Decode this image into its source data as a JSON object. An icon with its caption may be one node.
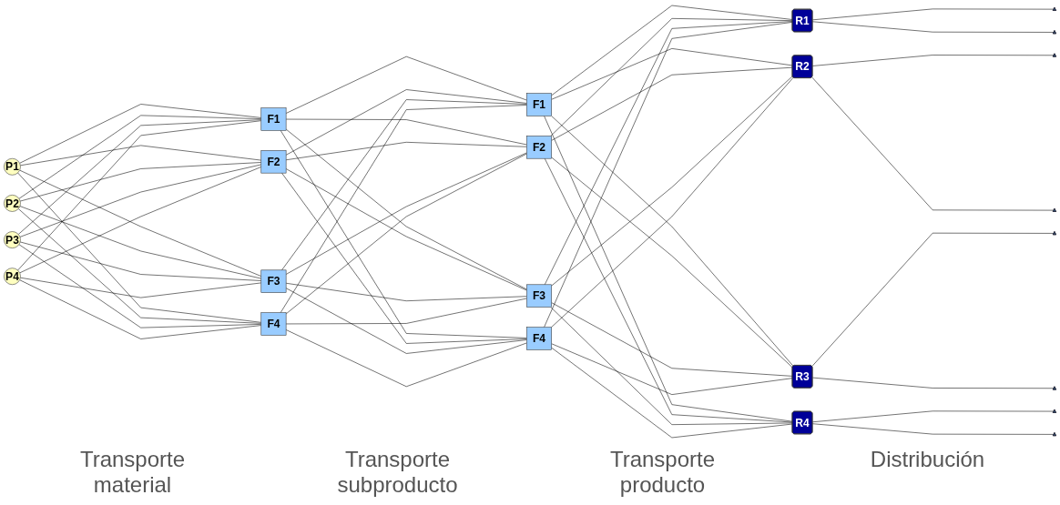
{
  "diagram": {
    "nodes": [
      {
        "text": [
          "P1"
        ]
      },
      {
        "text": [
          "P2"
        ]
      },
      {
        "text": [
          "P3"
        ]
      },
      {
        "text": [
          "P4"
        ]
      },
      {
        "text": [
          "F1"
        ]
      },
      {
        "text": [
          "F2"
        ]
      },
      {
        "text": [
          "F3"
        ]
      },
      {
        "text": [
          "F4"
        ]
      },
      {
        "text": [
          "F1"
        ]
      },
      {
        "text": [
          "F2"
        ]
      },
      {
        "text": [
          "F3"
        ]
      },
      {
        "text": [
          "F4"
        ]
      },
      {
        "text": [
          "R1"
        ]
      },
      {
        "text": [
          "R2"
        ]
      },
      {
        "text": [
          "R3"
        ]
      },
      {
        "text": [
          "R4"
        ]
      },
      {
        "text": [],
        "shape": "triangle"
      },
      {
        "text": [],
        "shape": "triangle"
      },
      {
        "text": [],
        "shape": "triangle"
      },
      {
        "text": [],
        "shape": "triangle"
      },
      {
        "text": [],
        "shape": "triangle"
      },
      {
        "text": [],
        "shape": "triangle"
      },
      {
        "text": [],
        "shape": "triangle"
      },
      {
        "text": [],
        "shape": "triangle"
      }
    ],
    "edges": [
      {
        "from": 0,
        "to": 4,
        "arrow": "none"
      },
      {
        "from": 0,
        "to": 5,
        "arrow": "none"
      },
      {
        "from": 0,
        "to": 6,
        "arrow": "none"
      },
      {
        "from": 0,
        "to": 7,
        "arrow": "none"
      },
      {
        "from": 1,
        "to": 4,
        "arrow": "none"
      },
      {
        "from": 1,
        "to": 5,
        "arrow": "none"
      },
      {
        "from": 1,
        "to": 6,
        "arrow": "none"
      },
      {
        "from": 1,
        "to": 7,
        "arrow": "none"
      },
      {
        "from": 2,
        "to": 4,
        "arrow": "none"
      },
      {
        "from": 2,
        "to": 5,
        "arrow": "none"
      },
      {
        "from": 2,
        "to": 6,
        "arrow": "none"
      },
      {
        "from": 2,
        "to": 7,
        "arrow": "none"
      },
      {
        "from": 3,
        "to": 4,
        "arrow": "none"
      },
      {
        "from": 3,
        "to": 5,
        "arrow": "none"
      },
      {
        "from": 3,
        "to": 6,
        "arrow": "none"
      },
      {
        "from": 3,
        "to": 7,
        "arrow": "none"
      },
      {
        "from": 4,
        "to": 8,
        "arrow": "none"
      },
      {
        "from": 4,
        "to": 9,
        "arrow": "none"
      },
      {
        "from": 4,
        "to": 10,
        "arrow": "none"
      },
      {
        "from": 4,
        "to": 11,
        "arrow": "none"
      },
      {
        "from": 5,
        "to": 8,
        "arrow": "none"
      },
      {
        "from": 5,
        "to": 9,
        "arrow": "none"
      },
      {
        "from": 5,
        "to": 10,
        "arrow": "none"
      },
      {
        "from": 5,
        "to": 11,
        "arrow": "none"
      },
      {
        "from": 6,
        "to": 8,
        "arrow": "none"
      },
      {
        "from": 6,
        "to": 9,
        "arrow": "none"
      },
      {
        "from": 6,
        "to": 10,
        "arrow": "none"
      },
      {
        "from": 6,
        "to": 11,
        "arrow": "none"
      },
      {
        "from": 7,
        "to": 8,
        "arrow": "none"
      },
      {
        "from": 7,
        "to": 9,
        "arrow": "none"
      },
      {
        "from": 7,
        "to": 10,
        "arrow": "none"
      },
      {
        "from": 7,
        "to": 11,
        "arrow": "none"
      },
      {
        "from": 8,
        "to": 12,
        "arrow": "none"
      },
      {
        "from": 8,
        "to": 13,
        "arrow": "none"
      },
      {
        "from": 8,
        "to": 14,
        "arrow": "none"
      },
      {
        "from": 8,
        "to": 15,
        "arrow": "none"
      },
      {
        "from": 9,
        "to": 12,
        "arrow": "none"
      },
      {
        "from": 9,
        "to": 13,
        "arrow": "none"
      },
      {
        "from": 9,
        "to": 14,
        "arrow": "none"
      },
      {
        "from": 9,
        "to": 15,
        "arrow": "none"
      },
      {
        "from": 10,
        "to": 12,
        "arrow": "none"
      },
      {
        "from": 10,
        "to": 13,
        "arrow": "none"
      },
      {
        "from": 10,
        "to": 14,
        "arrow": "none"
      },
      {
        "from": 10,
        "to": 15,
        "arrow": "none"
      },
      {
        "from": 11,
        "to": 12,
        "arrow": "none"
      },
      {
        "from": 11,
        "to": 13,
        "arrow": "none"
      },
      {
        "from": 11,
        "to": 14,
        "arrow": "none"
      },
      {
        "from": 11,
        "to": 15,
        "arrow": "none"
      },
      {
        "from": 12,
        "to": 16,
        "arrow": "none"
      },
      {
        "from": 12,
        "to": 17,
        "arrow": "none"
      },
      {
        "from": 13,
        "to": 18,
        "arrow": "none"
      },
      {
        "from": 13,
        "to": 19,
        "arrow": "none"
      },
      {
        "from": 14,
        "to": 20,
        "arrow": "none"
      },
      {
        "from": 14,
        "to": 21,
        "arrow": "none"
      },
      {
        "from": 15,
        "to": 22,
        "arrow": "none"
      },
      {
        "from": 15,
        "to": 23,
        "arrow": "none"
      }
    ],
    "labels": [
      "Transporte material",
      "Transporte subproducto",
      "Transporte producto",
      "Distribución"
    ]
  }
}
